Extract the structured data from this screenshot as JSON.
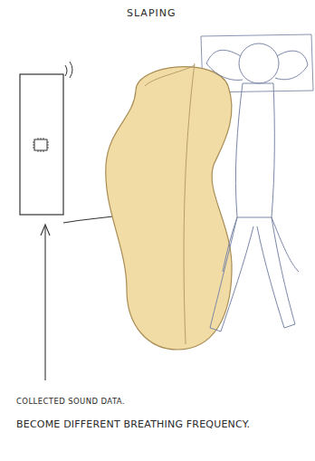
{
  "diagram": {
    "title": "SLAPING",
    "labels": [
      "COLLECTED SOUND DATA.",
      "BECOME DIFFERENT BREATHING FREQUENCY."
    ]
  }
}
